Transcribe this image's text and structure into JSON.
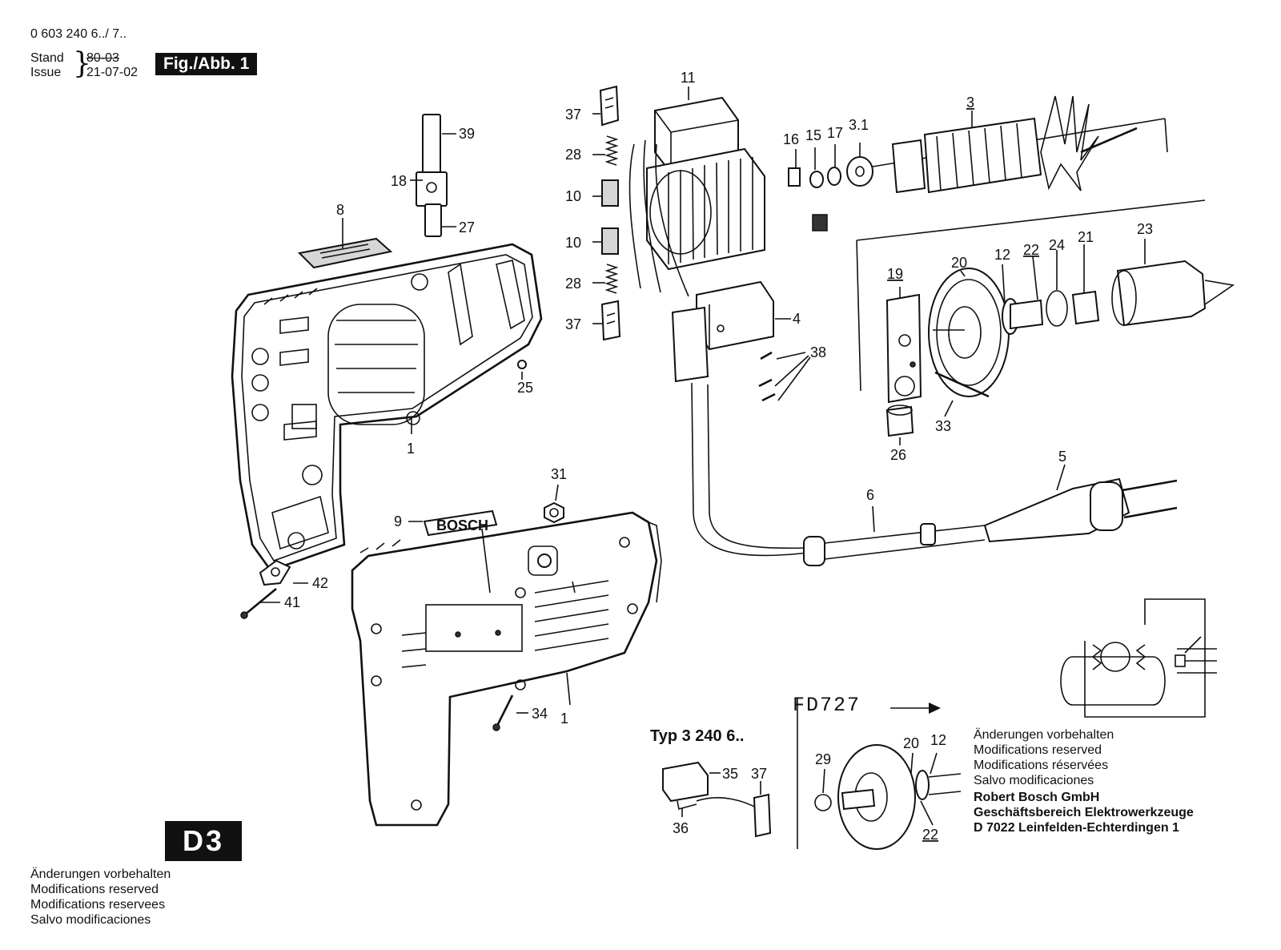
{
  "header": {
    "model": "0 603 240 6../ 7..",
    "stand_label": "Stand",
    "issue_label": "Issue",
    "stand_date_old": "80-03",
    "issue_date": "21-07-02",
    "fig_badge": "Fig./Abb. 1"
  },
  "section_badge": "D3",
  "notes_left": [
    "Änderungen vorbehalten",
    "Modifications reserved",
    "Modifications reservees",
    "Salvo modificaciones"
  ],
  "notes_right": [
    "Änderungen vorbehalten",
    "Modifications reserved",
    "Modifications réservées",
    "Salvo modificaciones"
  ],
  "company": [
    "Robert Bosch GmbH",
    "Geschäftsbereich Elektrowerkzeuge",
    "D 7022 Leinfelden-Echterdingen 1"
  ],
  "variant": {
    "fd_label": "FD727",
    "typ_label": "Typ  3 240 6.."
  },
  "brand_plate": "BOSCH",
  "part_labels": {
    "p1a": "1",
    "p1b": "1",
    "p3": "3",
    "p3_1": "3.1",
    "p4": "4",
    "p5": "5",
    "p6": "6",
    "p8": "8",
    "p9": "9",
    "p10a": "10",
    "p10b": "10",
    "p11": "11",
    "p12": "12",
    "p15": "15",
    "p16": "16",
    "p17": "17",
    "p18": "18",
    "p19": "19",
    "p20": "20",
    "p21": "21",
    "p22": "22",
    "p23": "23",
    "p24": "24",
    "p25": "25",
    "p26": "26",
    "p27": "27",
    "p28a": "28",
    "p28b": "28",
    "p29": "29",
    "p31": "31",
    "p33": "33",
    "p34": "34",
    "p35": "35",
    "p36": "36",
    "p37a": "37",
    "p37b": "37",
    "p37c": "37",
    "p38": "38",
    "p39": "39",
    "p41": "41",
    "p42": "42",
    "p20b": "20",
    "p12b": "12",
    "p22b": "22"
  }
}
